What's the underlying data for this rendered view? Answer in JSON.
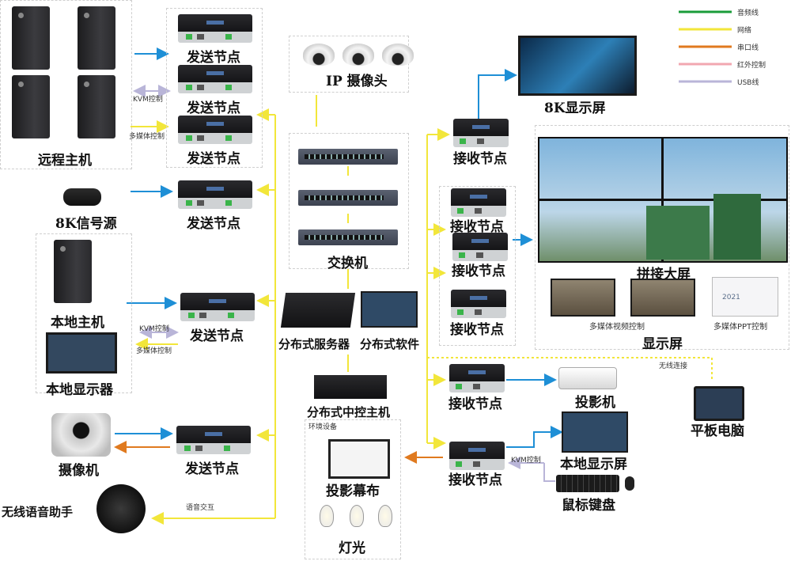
{
  "legend": {
    "items": [
      {
        "label": "音频线",
        "color": "#1a9c3a"
      },
      {
        "label": "网络",
        "color": "#f2e63a"
      },
      {
        "label": "串口线",
        "color": "#e07a1f"
      },
      {
        "label": "红外控制",
        "color": "#f2a7b0"
      },
      {
        "label": "USB线",
        "color": "#b9b5d8"
      }
    ]
  },
  "labels": {
    "remote_host": "远程主机",
    "send_node": "发送节点",
    "signal_source": "8K信号源",
    "local_host": "本地主机",
    "local_display": "本地显示器",
    "camera": "摄像机",
    "voice_assistant": "无线语音助手",
    "ip_camera": "IP 摄像头",
    "switch": "交换机",
    "dist_server": "分布式服务器",
    "dist_software": "分布式软件",
    "central_host": "分布式中控主机",
    "env_devices": "环境设备",
    "projection_screen": "投影幕布",
    "lighting": "灯光",
    "display_8k": "8K显示屏",
    "recv_node": "接收节点",
    "splice_wall": "拼接大屏",
    "media_video_ctrl": "多媒体视频控制",
    "media_ppt_ctrl": "多媒体PPT控制",
    "display": "显示屏",
    "wireless_link": "无线连接",
    "projector": "投影机",
    "tablet": "平板电脑",
    "local_display_screen": "本地显示屏",
    "mouse_keyboard": "鼠标键盘",
    "kvm_ctrl": "KVM控制",
    "media_ctrl": "多媒体控制",
    "voice_interaction": "语音交互",
    "ppt_year": "2021"
  }
}
